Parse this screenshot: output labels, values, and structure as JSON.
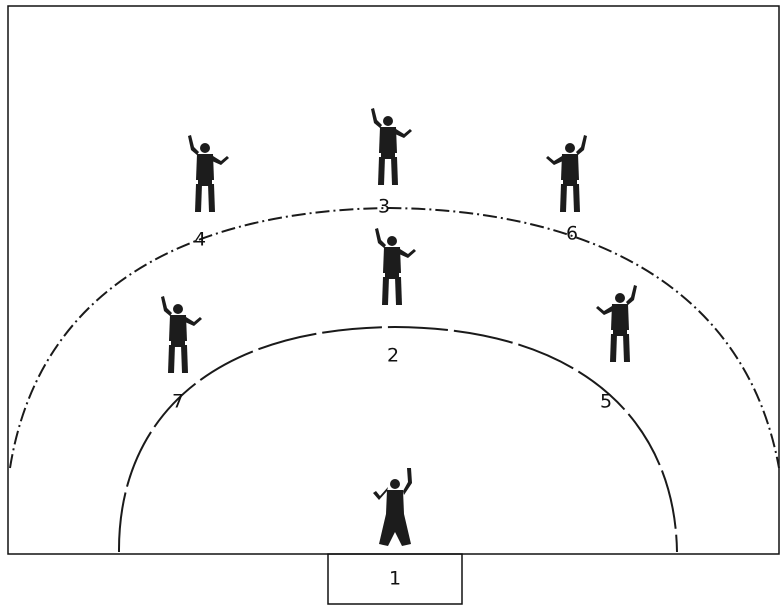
{
  "labels": {
    "p1": "1",
    "p2": "2",
    "p3": "3",
    "p4": "4",
    "p5": "5",
    "p6": "6",
    "p7": "7"
  },
  "colors": {
    "line": "#1a1a1a",
    "figure": "#1c1c1c",
    "background": "#ffffff"
  }
}
